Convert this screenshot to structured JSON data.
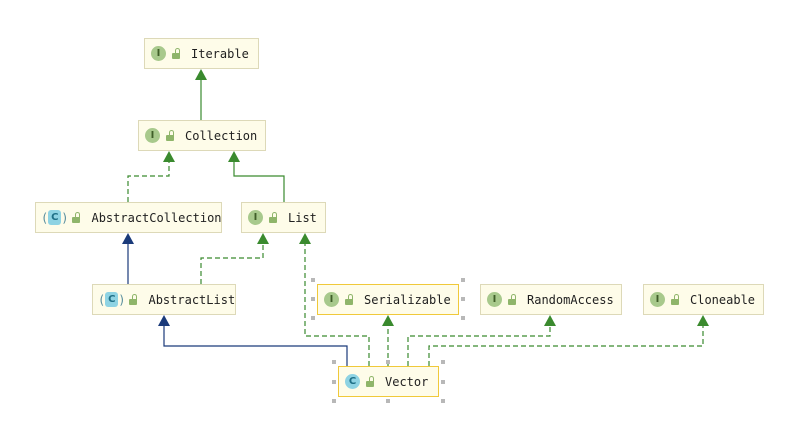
{
  "diagram": {
    "nodes": [
      {
        "id": "iterable",
        "label": "Iterable",
        "kind": "interface",
        "badge": "I"
      },
      {
        "id": "collection",
        "label": "Collection",
        "kind": "interface",
        "badge": "I"
      },
      {
        "id": "abstract_collection",
        "label": "AbstractCollection",
        "kind": "abstract-class",
        "badge": "C"
      },
      {
        "id": "list",
        "label": "List",
        "kind": "interface",
        "badge": "I"
      },
      {
        "id": "abstract_list",
        "label": "AbstractList",
        "kind": "abstract-class",
        "badge": "C"
      },
      {
        "id": "serializable",
        "label": "Serializable",
        "kind": "interface",
        "badge": "I"
      },
      {
        "id": "random_access",
        "label": "RandomAccess",
        "kind": "interface",
        "badge": "I"
      },
      {
        "id": "cloneable",
        "label": "Cloneable",
        "kind": "interface",
        "badge": "I"
      },
      {
        "id": "vector",
        "label": "Vector",
        "kind": "class",
        "badge": "C"
      }
    ],
    "edges": [
      {
        "from": "collection",
        "to": "iterable",
        "type": "extends"
      },
      {
        "from": "abstract_collection",
        "to": "collection",
        "type": "implements"
      },
      {
        "from": "list",
        "to": "collection",
        "type": "extends"
      },
      {
        "from": "abstract_list",
        "to": "abstract_collection",
        "type": "extends-class"
      },
      {
        "from": "abstract_list",
        "to": "list",
        "type": "implements"
      },
      {
        "from": "vector",
        "to": "abstract_list",
        "type": "extends-class"
      },
      {
        "from": "vector",
        "to": "list",
        "type": "implements"
      },
      {
        "from": "vector",
        "to": "serializable",
        "type": "implements"
      },
      {
        "from": "vector",
        "to": "random_access",
        "type": "implements"
      },
      {
        "from": "vector",
        "to": "cloneable",
        "type": "implements"
      }
    ],
    "colors": {
      "interface_edge": "#3a8a2e",
      "class_edge": "#1a3a7a",
      "node_fill": "#fefce9",
      "node_border": "#ddd9b8",
      "selected_border": "#f0c93a"
    },
    "icons": {
      "interface": "interface-icon",
      "class": "class-icon",
      "abstract_class": "abstract-class-icon",
      "visibility": "lock-open-icon"
    }
  }
}
